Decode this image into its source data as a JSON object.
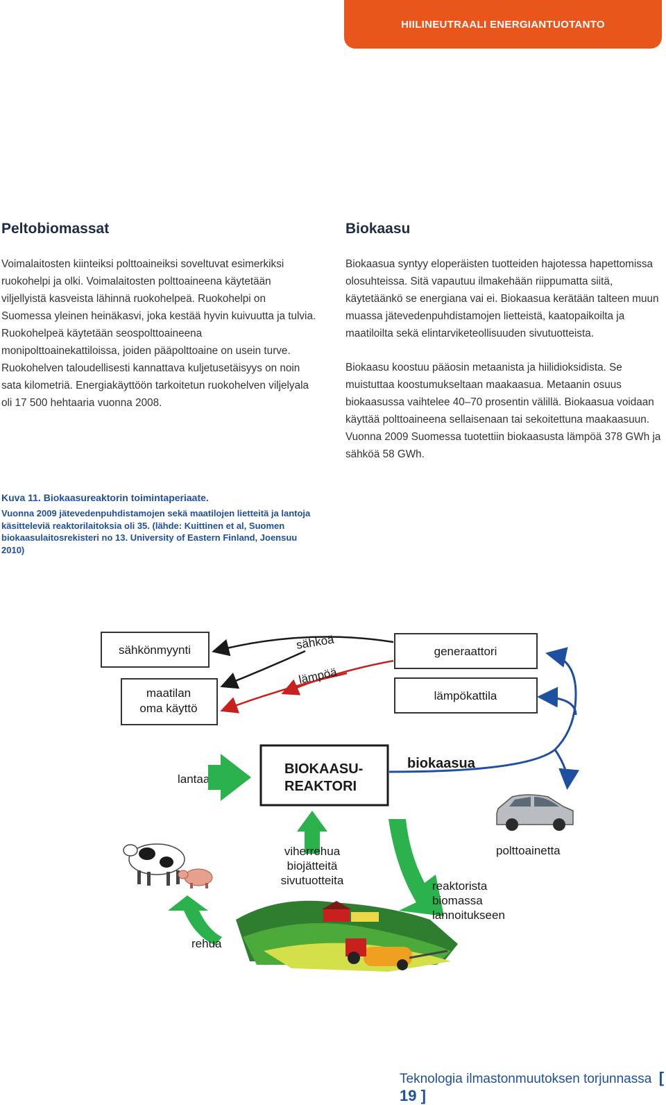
{
  "header": {
    "section_title": "HIILINEUTRAALI ENERGIANTUOTANTO"
  },
  "left": {
    "heading": "Peltobiomassat",
    "paragraph": "Voimalaitosten kiinteiksi polttoaineiksi soveltuvat esimerkiksi ruokohelpi ja olki. Voimalaitosten polttoaineena käytetään viljellyistä kasveista lähinnä ruokohelpeä. Ruokohelpi on Suomessa yleinen heinäkasvi, joka kestää hyvin kuivuutta ja tulvia. Ruokohelpeä käytetään seospolttoaineena monipolttoainekattiloissa, joiden pääpolttoaine on usein turve. Ruokohelven taloudellisesti kannattava kuljetusetäisyys on noin sata kilometriä. Energiakäyttöön tarkoitetun ruokohelven viljelyala oli 17 500 hehtaaria vuonna 2008."
  },
  "right": {
    "heading": "Biokaasu",
    "paragraph1": "Biokaasua syntyy eloperäisten tuotteiden hajotessa hapettomissa olosuhteissa. Sitä vapautuu ilmakehään riippumatta siitä, käytetäänkö se energiana vai ei. Biokaasua kerätään talteen muun muassa jätevedenpuhdistamojen lietteistä, kaatopaikoilta ja maatiloilta sekä elintarviketeollisuuden sivutuotteista.",
    "paragraph2": "Biokaasu koostuu pääosin metaanista ja hiilidioksidista. Se muistuttaa koostumukseltaan maakaasua. Metaanin osuus biokaasussa vaihtelee 40–70 prosentin välillä. Biokaasua voidaan käyttää polttoaineena sellaisenaan tai sekoitettuna maakaasuun. Vuonna 2009 Suomessa tuotettiin biokaasusta lämpöä 378 GWh ja sähköä 58 GWh."
  },
  "caption": {
    "title": "Kuva 11. Biokaasureaktorin toimintaperiaate.",
    "text": "Vuonna 2009 jätevedenpuhdistamojen sekä maatilojen lietteitä ja lantoja käsitteleviä reaktorilaitoksia oli 35. (lähde: Kuittinen et al, Suomen biokaasulaitosrekisteri no 13. University of Eastern Finland, Joensuu 2010)"
  },
  "diagram": {
    "sales_box": "sähkönmyynti",
    "farm_use_line1": "maatilan",
    "farm_use_line2": "oma käyttö",
    "generator_box": "generaattori",
    "boiler_box": "lämpökattila",
    "electricity_label": "sähköä",
    "heat_label": "lämpöä",
    "reactor_line1": "BIOKAASU-",
    "reactor_line2": "REAKTORI",
    "biogas_label": "biokaasua",
    "manure_label": "lantaa",
    "input_line1": "viherrehua",
    "input_line2": "biojätteitä",
    "input_line3": "sivutuotteita",
    "fuel_label": "polttoainetta",
    "residue_line1": "reaktorista",
    "residue_line2": "biomassa",
    "residue_line3": "lannoitukseen",
    "feed_label": "rehua",
    "colors": {
      "electricity": "#1a1a1a",
      "heat": "#c8201e",
      "biogas": "#1f4fa0",
      "green": "#2bb24c"
    }
  },
  "footer": {
    "publication": "Teknologia ilmastonmuutoksen torjunnassa",
    "page": "[ 19 ]"
  }
}
